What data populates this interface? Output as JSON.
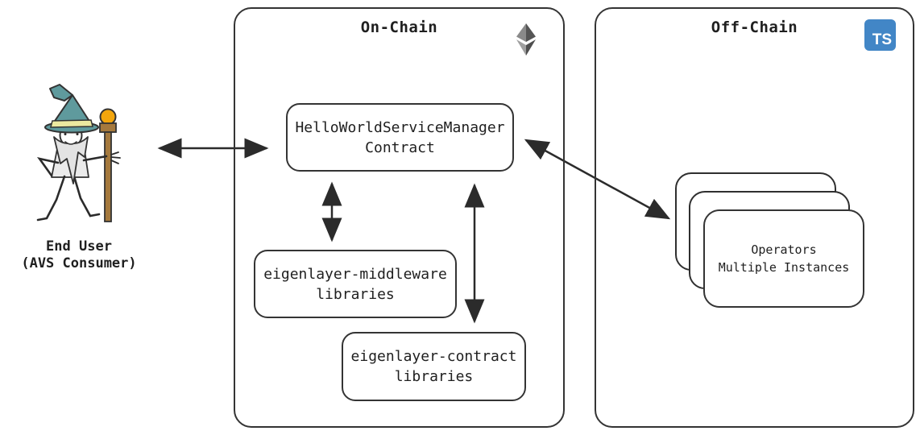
{
  "diagram": {
    "type": "architecture-diagram",
    "bg": "#ffffff",
    "line_color": "#343434",
    "arrow_color": "#2b2b2b",
    "text_color": "#1f1f1f"
  },
  "end_user": {
    "line1": "End User",
    "line2": "(AVS Consumer)",
    "illustration": "wizard-with-staff"
  },
  "onchain": {
    "title": "On-Chain",
    "icon": "ethereum-icon",
    "nodes": {
      "service_manager": {
        "line1": "HelloWorldServiceManager",
        "line2": "Contract"
      },
      "middleware": {
        "line1": "eigenlayer-middleware",
        "line2": "libraries"
      },
      "contracts": {
        "line1": "eigenlayer-contract",
        "line2": "libraries"
      }
    }
  },
  "offchain": {
    "title": "Off-Chain",
    "icon": "typescript-icon",
    "icon_label": "TS",
    "icon_color": "#4286c6",
    "nodes": {
      "operators": {
        "line1": "Operators",
        "line2": "Multiple Instances",
        "stack_count": 3
      }
    }
  },
  "edges": [
    {
      "from": "end-user",
      "to": "onchain-container",
      "bidirectional": true
    },
    {
      "from": "service-manager",
      "to": "middleware-libraries",
      "bidirectional": true
    },
    {
      "from": "service-manager",
      "to": "contract-libraries",
      "bidirectional": true
    },
    {
      "from": "service-manager",
      "to": "operators",
      "bidirectional": true
    }
  ],
  "colors": {
    "wizard_hat": "#5f9a9d",
    "wizard_hat_band": "#ece9a0",
    "wizard_beard": "#e3e3e3",
    "wizard_robe": "#ebebeb",
    "staff": "#a5793d",
    "orb": "#f2a50c",
    "eth_light": "#8a8a8a",
    "eth_dark": "#555555"
  }
}
